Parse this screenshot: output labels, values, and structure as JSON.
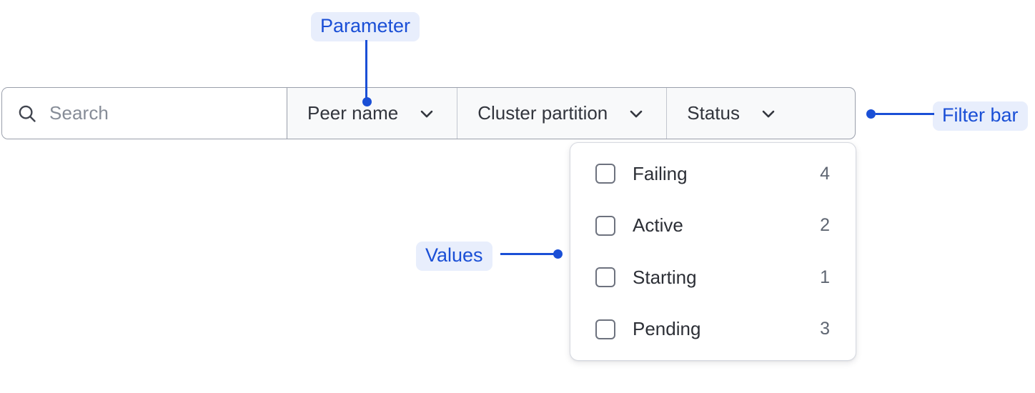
{
  "filter_bar": {
    "search": {
      "icon": "search-icon",
      "placeholder": "Search",
      "value": ""
    },
    "filters": [
      {
        "label": "Peer name",
        "icon": "chevron-down-icon"
      },
      {
        "label": "Cluster partition",
        "icon": "chevron-down-icon"
      },
      {
        "label": "Status",
        "icon": "chevron-down-icon"
      }
    ]
  },
  "dropdown": {
    "open_for": "Status",
    "options": [
      {
        "label": "Failing",
        "count": "4",
        "checked": false
      },
      {
        "label": "Active",
        "count": "2",
        "checked": false
      },
      {
        "label": "Starting",
        "count": "1",
        "checked": false
      },
      {
        "label": "Pending",
        "count": "3",
        "checked": false
      }
    ]
  },
  "annotations": [
    {
      "label": "Parameter",
      "target": "filter-cell-peer-name"
    },
    {
      "label": "Filter bar",
      "target": "filter-bar"
    },
    {
      "label": "Values",
      "target": "dropdown-panel"
    }
  ],
  "colors": {
    "annotation_text": "#1a4fd6",
    "annotation_pill_bg": "#e8eefc",
    "bar_border": "#9a9fab",
    "bar_bg": "#f8f9fa",
    "text": "#32353d",
    "placeholder": "#868c97",
    "count_text": "#5f6672"
  }
}
